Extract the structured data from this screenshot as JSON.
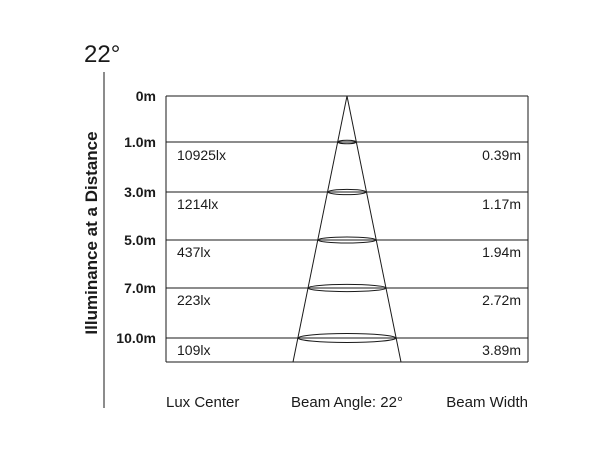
{
  "title": "22°",
  "vertical_label": "Illuminance at a Distance",
  "top_distance": "0m",
  "rows": [
    {
      "distance": "1.0m",
      "lux": "10925lx",
      "width": "0.39m"
    },
    {
      "distance": "3.0m",
      "lux": "1214lx",
      "width": "1.17m"
    },
    {
      "distance": "5.0m",
      "lux": "437lx",
      "width": "1.94m"
    },
    {
      "distance": "7.0m",
      "lux": "223lx",
      "width": "2.72m"
    },
    {
      "distance": "10.0m",
      "lux": "109lx",
      "width": "3.89m"
    }
  ],
  "footer": {
    "lux_center": "Lux Center",
    "beam_angle": "Beam Angle: 22°",
    "beam_width": "Beam Width"
  }
}
